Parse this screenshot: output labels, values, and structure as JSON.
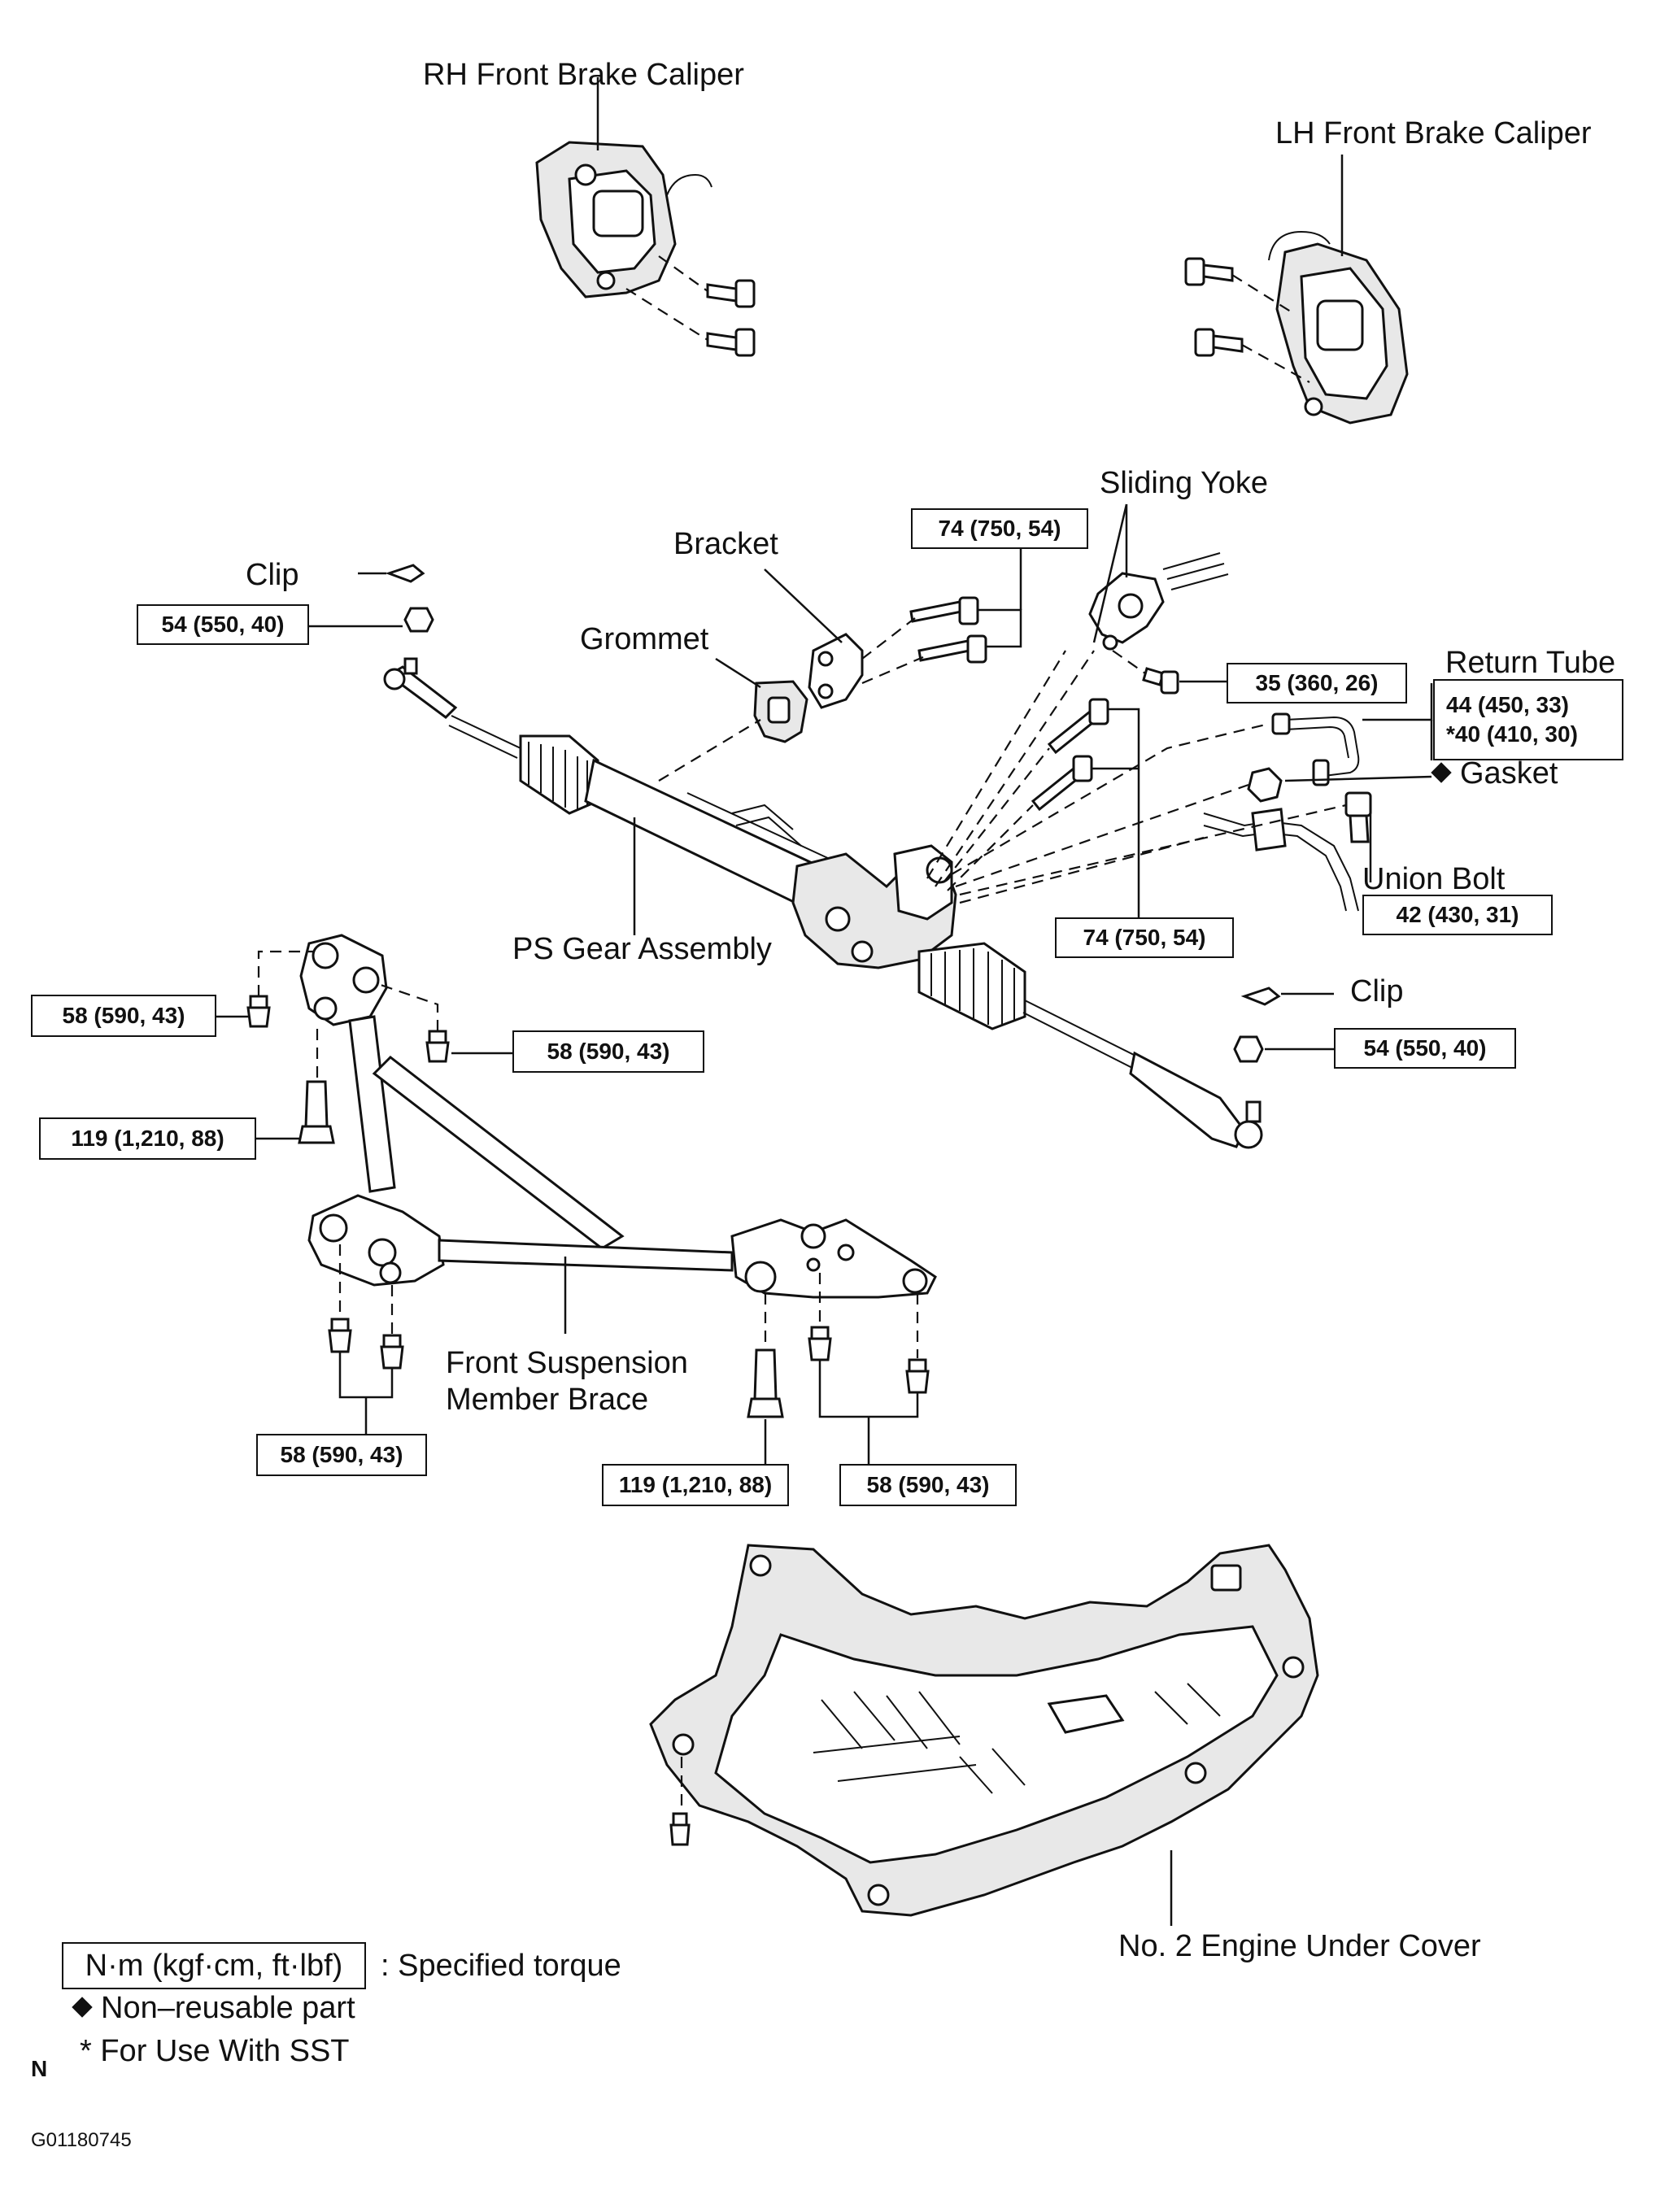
{
  "labels": {
    "rh_caliper": "RH Front Brake Caliper",
    "lh_caliper": "LH Front Brake Caliper",
    "sliding_yoke": "Sliding Yoke",
    "bracket": "Bracket",
    "clip_left": "Clip",
    "grommet": "Grommet",
    "return_tube": "Return Tube",
    "gasket": "Gasket",
    "union_bolt": "Union Bolt",
    "ps_gear": "PS Gear Assembly",
    "clip_right": "Clip",
    "brace_line1": "Front Suspension",
    "brace_line2": "Member Brace",
    "under_cover": "No. 2 Engine Under Cover"
  },
  "torques": {
    "bracket_bolts": "74 (750, 54)",
    "clip_nut_left": "54 (550, 40)",
    "sliding_yoke_bolt": "35 (360, 26)",
    "return_tube_1": "44 (450, 33)",
    "return_tube_2": "*40 (410, 30)",
    "union_bolt": "42 (430, 31)",
    "gear_bolts": "74 (750, 54)",
    "brace_left_a": "58 (590, 43)",
    "brace_left_b": "58 (590, 43)",
    "clip_nut_right": "54 (550, 40)",
    "brace_stud_left": "119 (1,210, 88)",
    "brace_bottom_left": "58 (590, 43)",
    "brace_stud_right": "119 (1,210, 88)",
    "brace_bottom_right": "58 (590, 43)"
  },
  "legend": {
    "torque_units": "N·m (kgf·cm, ft·lbf)",
    "torque_desc": ": Specified torque",
    "non_reusable": "Non–reusable part",
    "sst": "* For Use With SST",
    "north": "N",
    "figure_id": "G01180745"
  }
}
